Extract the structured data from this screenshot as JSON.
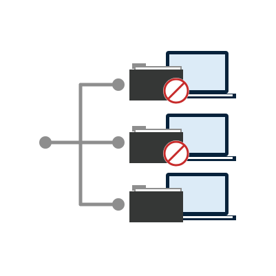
{
  "colors": {
    "background": "#ffffff",
    "connector": "#8e8e8e",
    "folder": "#353736",
    "folder_tab": "#8e8e8e",
    "folder_paper": "#ffffff",
    "laptop_frame": "#07223b",
    "laptop_screen": "#dcebf7",
    "laptop_base": "#07223b",
    "blocked_ring": "#c72b2b",
    "blocked_fill": "#ffffff"
  },
  "icons": {
    "source_node": "circle-node-icon",
    "folder": "folder-icon",
    "laptop": "laptop-icon",
    "blocked": "no-access-icon"
  },
  "destinations": [
    {
      "name": "destination-1",
      "blocked": true
    },
    {
      "name": "destination-2",
      "blocked": true
    },
    {
      "name": "destination-3",
      "blocked": false
    }
  ]
}
